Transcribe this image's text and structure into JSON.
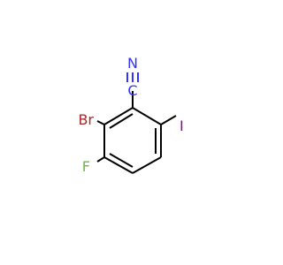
{
  "molecule": {
    "atoms": {
      "N": {
        "label": "N",
        "color": "#3333ff"
      },
      "C_nitrile": {
        "label": "C",
        "color": "#3333ff"
      },
      "Br": {
        "label": "Br",
        "color": "#a52a2a"
      },
      "I": {
        "label": "I",
        "color": "#940094"
      },
      "F": {
        "label": "F",
        "color": "#66bb44"
      }
    },
    "bond_color": "#000000"
  }
}
